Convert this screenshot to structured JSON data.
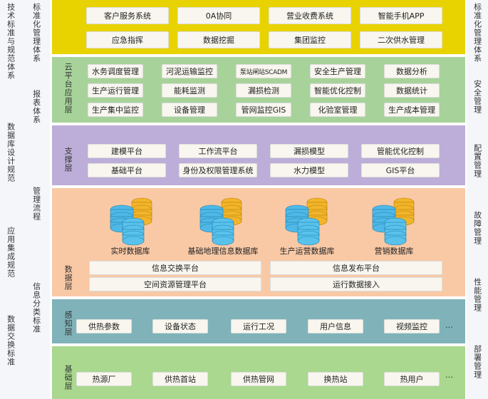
{
  "left_labels": [
    "技术标准与规范体系",
    "标准化管理体系",
    "报表体系",
    "数据库设计规范",
    "管理流程",
    "应用集成规范",
    "信息分类标准",
    "数据交换标准"
  ],
  "right_labels": [
    "标准化管理体系",
    "安全管理",
    "配置管理",
    "故障管理",
    "性能管理",
    "部署管理"
  ],
  "layers": {
    "top": {
      "boxes": [
        "客户服务系统",
        "0A协同",
        "营业收费系统",
        "智能手机APP",
        "应急指挥",
        "数据挖掘",
        "集团监控",
        "二次供水管理"
      ]
    },
    "cloud": {
      "label": "云平台应用层",
      "boxes": [
        "水务调度管理",
        "河泥运输监控",
        "泵站闸站SCADM",
        "安全生产管理",
        "数据分析",
        "生产运行管理",
        "能耗监测",
        "漏损检测",
        "智能优化控制",
        "数据统计",
        "生产集中监控",
        "设备管理",
        "管网监控GIS",
        "化验室管理",
        "生产成本管理"
      ]
    },
    "support": {
      "label": "支撑层",
      "boxes": [
        "建模平台",
        "工作流平台",
        "漏损模型",
        "管能优化控制",
        "基础平台",
        "身份及权限管理系统",
        "水力模型",
        "GIS平台"
      ]
    },
    "data": {
      "label": "数据层",
      "dbs": [
        "实时数据库",
        "基础地理信息数据库",
        "生产运营数据库",
        "营销数据库"
      ],
      "platforms": [
        "信息交换平台",
        "信息发布平台",
        "空间资源管理平台",
        "运行数据接入"
      ]
    },
    "perception": {
      "label": "感知层",
      "boxes": [
        "供热参数",
        "设备状态",
        "运行工况",
        "用户信息",
        "视频监控"
      ],
      "ellipsis": "…"
    },
    "base": {
      "label": "基础层",
      "boxes": [
        "热源厂",
        "供热首站",
        "供热管网",
        "换热站",
        "热用户"
      ],
      "ellipsis": "…"
    }
  },
  "colors": {
    "top": "#e8d300",
    "cloud": "#a7d39a",
    "support": "#bcaed8",
    "data": "#f9c9a6",
    "perception": "#7fb3b9",
    "base": "#a9d88e",
    "db_blue": "#4fb8e6",
    "db_gold": "#f2b52a"
  }
}
